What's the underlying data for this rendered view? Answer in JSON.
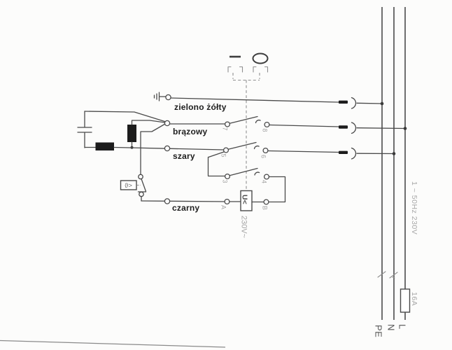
{
  "colors": {
    "ink": "#4a4a4a",
    "muted_gray": "#a8a8a8",
    "paper": "#fcfcfb",
    "component_fill": "#1c1c1c"
  },
  "wires": {
    "pe_label": "zielono żółty",
    "brown_label": "brązowy",
    "gray_label": "szary",
    "black_label": "czarny"
  },
  "switch_terminals": {
    "t7": "7",
    "t8": "8",
    "t5": "5",
    "t6": "6",
    "t3": "3",
    "t4": "4",
    "ta": "A",
    "tb": "B"
  },
  "coil": {
    "label": "U<",
    "voltage": "230V~"
  },
  "thermal": {
    "label": "ϑ>"
  },
  "supply": {
    "rating": "1 ~ 50Hz 230V",
    "fuse_rating": "16A",
    "line_l": "L",
    "line_n": "N",
    "line_pe": "PE"
  },
  "icons": {
    "ground": "earth-ground",
    "connector": "plug-socket",
    "actuator_on": "bar",
    "actuator_off": "oval"
  }
}
